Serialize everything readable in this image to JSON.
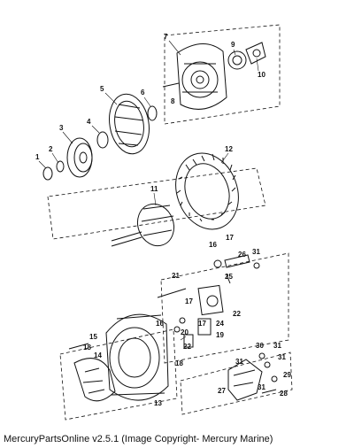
{
  "diagram": {
    "callouts": [
      "1",
      "2",
      "3",
      "4",
      "5",
      "6",
      "7",
      "8",
      "9",
      "10",
      "11",
      "12",
      "13",
      "14",
      "15",
      "16",
      "16",
      "17",
      "17",
      "17",
      "18",
      "19",
      "20",
      "21",
      "22",
      "23",
      "24",
      "25",
      "26",
      "27",
      "28",
      "29",
      "30",
      "31",
      "31",
      "31"
    ]
  },
  "caption": "MercuryPartsOnline v2.5.1 (Image Copyright- Mercury Marine)"
}
